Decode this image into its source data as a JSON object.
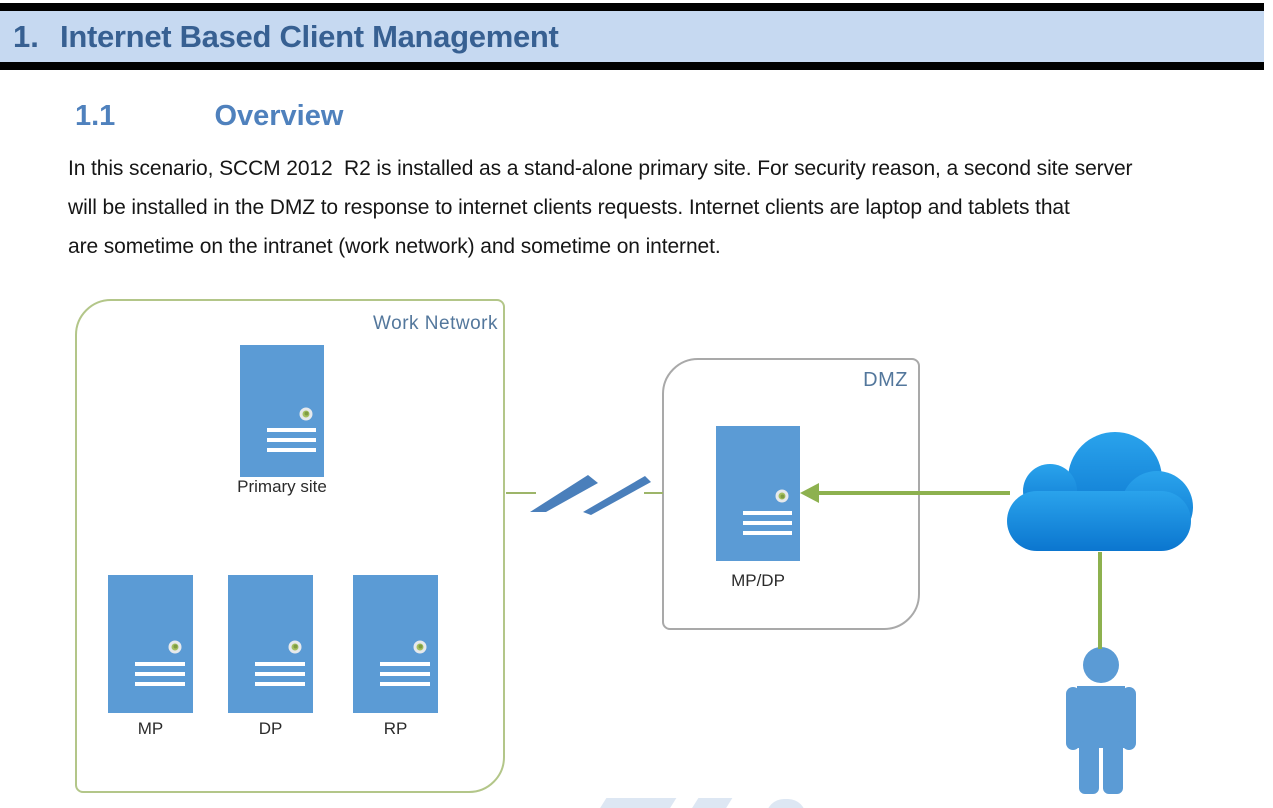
{
  "header": {
    "number": "1.",
    "title": "Internet Based Client Management"
  },
  "section": {
    "number": "1.1",
    "title": "Overview"
  },
  "overview": {
    "lines": [
      "In this scenario, SCCM 2012  R2 is installed as a stand-alone primary site. For security reason, a second site server",
      "will be installed in the DMZ to response to internet clients requests. Internet clients are laptop and tablets that",
      "are sometime on the intranet (work network) and sometime on internet."
    ]
  },
  "diagram": {
    "work_network": {
      "label": "Work Network",
      "primary_server": {
        "label": "Primary site"
      },
      "servers": [
        {
          "label": "MP"
        },
        {
          "label": "DP"
        },
        {
          "label": "RP"
        }
      ]
    },
    "dmz": {
      "label": "DMZ",
      "server": {
        "label": "MP/DP"
      }
    },
    "icons": {
      "lightning": "lightning-bolt-icon",
      "cloud": "internet-cloud-icon",
      "person": "internet-user-icon",
      "server": "server-icon"
    },
    "colors": {
      "band_blue": "#c6d9f1",
      "heading_blue": "#376092",
      "subheading_blue": "#4f81bd",
      "server_blue": "#5b9bd5",
      "cloud_blue_top": "#2aa3ec",
      "cloud_blue_bottom": "#0b76cf",
      "connector_green": "#8db14f",
      "work_border_green": "#b3c689",
      "dmz_border_gray": "#a9a9a9",
      "bolt_blue": "#4a7fbb",
      "box_label_blue": "#53779c"
    }
  }
}
